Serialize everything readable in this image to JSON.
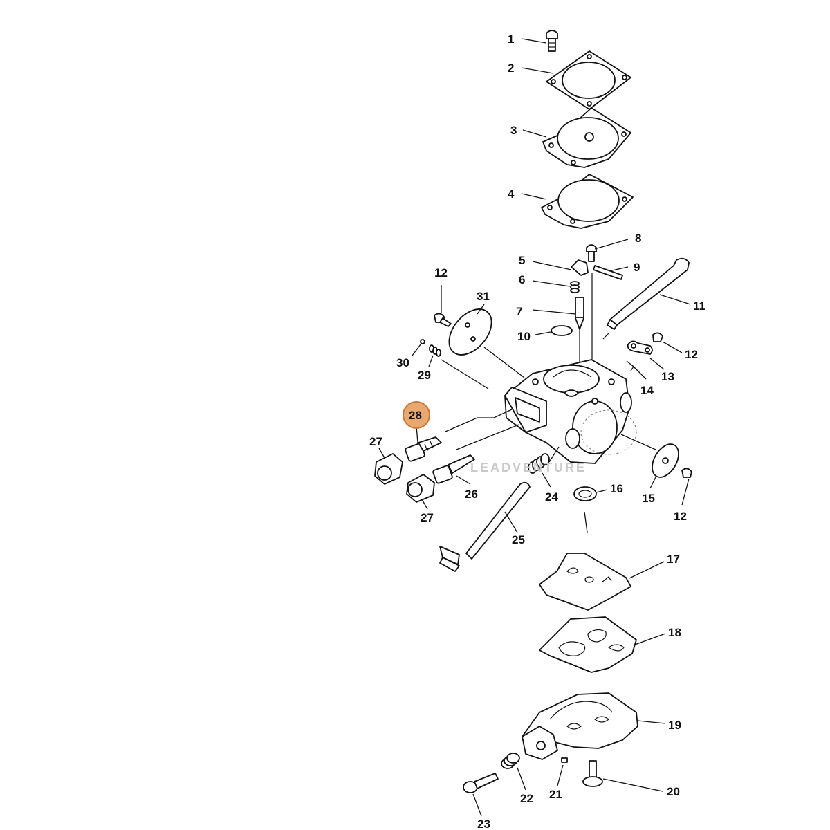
{
  "watermark": "LEADVENTURE",
  "highlight_color": "#e8a870",
  "highlight_stroke": "#c8783a",
  "callouts": [
    {
      "id": "1",
      "label": "1"
    },
    {
      "id": "2",
      "label": "2"
    },
    {
      "id": "3",
      "label": "3"
    },
    {
      "id": "4",
      "label": "4"
    },
    {
      "id": "5",
      "label": "5"
    },
    {
      "id": "6",
      "label": "6"
    },
    {
      "id": "7",
      "label": "7"
    },
    {
      "id": "8",
      "label": "8"
    },
    {
      "id": "9",
      "label": "9"
    },
    {
      "id": "10",
      "label": "10"
    },
    {
      "id": "11",
      "label": "11"
    },
    {
      "id": "12a",
      "label": "12"
    },
    {
      "id": "12b",
      "label": "12"
    },
    {
      "id": "12c",
      "label": "12"
    },
    {
      "id": "13",
      "label": "13"
    },
    {
      "id": "14",
      "label": "14"
    },
    {
      "id": "15",
      "label": "15"
    },
    {
      "id": "16",
      "label": "16"
    },
    {
      "id": "17",
      "label": "17"
    },
    {
      "id": "18",
      "label": "18"
    },
    {
      "id": "19",
      "label": "19"
    },
    {
      "id": "20",
      "label": "20"
    },
    {
      "id": "21",
      "label": "21"
    },
    {
      "id": "22",
      "label": "22"
    },
    {
      "id": "23",
      "label": "23"
    },
    {
      "id": "24",
      "label": "24"
    },
    {
      "id": "25",
      "label": "25"
    },
    {
      "id": "26",
      "label": "26"
    },
    {
      "id": "27a",
      "label": "27"
    },
    {
      "id": "27b",
      "label": "27"
    },
    {
      "id": "28",
      "label": "28",
      "highlighted": true
    },
    {
      "id": "29",
      "label": "29"
    },
    {
      "id": "30",
      "label": "30"
    },
    {
      "id": "31",
      "label": "31"
    }
  ]
}
